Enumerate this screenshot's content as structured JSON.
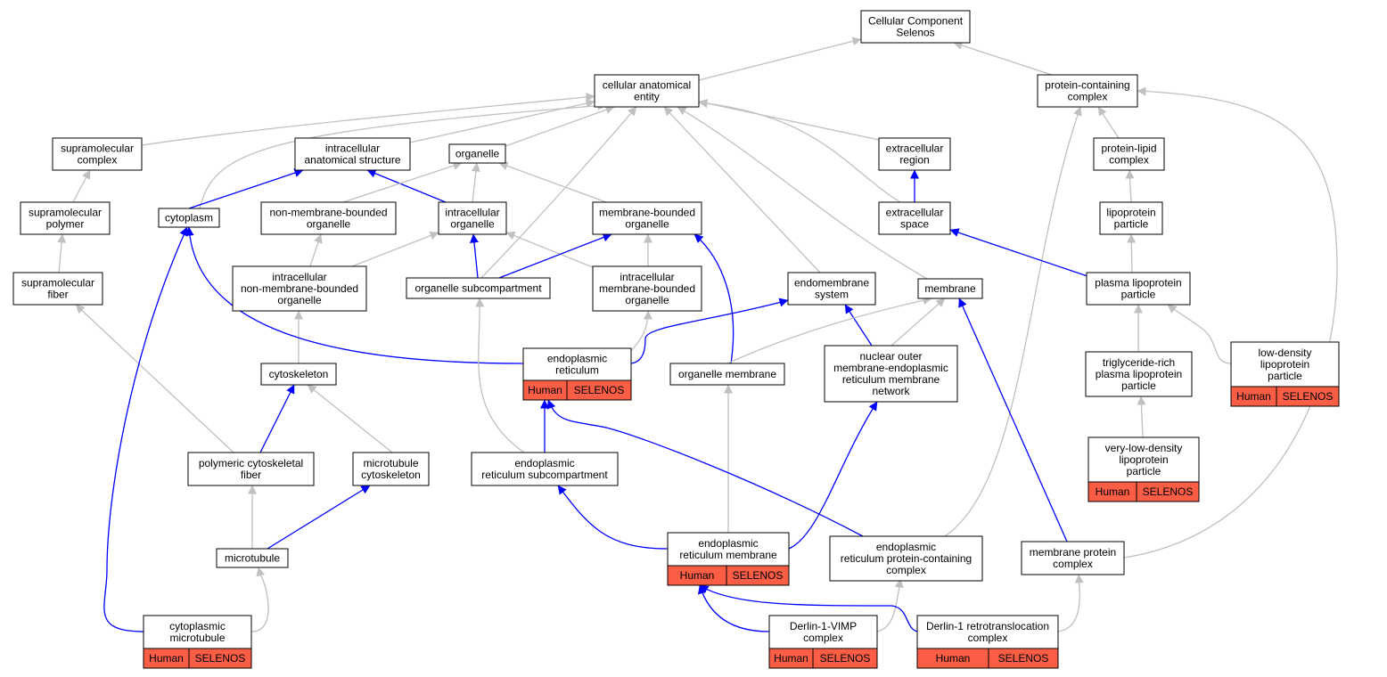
{
  "colors": {
    "background": "#ffffff",
    "node_fill": "#ffffff",
    "node_border": "#000000",
    "annotation_fill": "#fb5e44",
    "edge_is_a": "#c0c0c0",
    "edge_part_of": "#0000ff"
  },
  "nodes": [
    {
      "id": "root",
      "lines": [
        "Cellular Component",
        "Selenos"
      ]
    },
    {
      "id": "cae",
      "lines": [
        "cellular anatomical",
        "entity"
      ]
    },
    {
      "id": "pcc",
      "lines": [
        "protein-containing",
        "complex"
      ]
    },
    {
      "id": "supcomplex",
      "lines": [
        "supramolecular",
        "complex"
      ]
    },
    {
      "id": "ias",
      "lines": [
        "intracellular",
        "anatomical structure"
      ]
    },
    {
      "id": "organelle",
      "lines": [
        "organelle"
      ]
    },
    {
      "id": "extreg",
      "lines": [
        "extracellular",
        "region"
      ]
    },
    {
      "id": "plc",
      "lines": [
        "protein-lipid",
        "complex"
      ]
    },
    {
      "id": "suppoly",
      "lines": [
        "supramolecular",
        "polymer"
      ]
    },
    {
      "id": "cytoplasm",
      "lines": [
        "cytoplasm"
      ]
    },
    {
      "id": "nmbo",
      "lines": [
        "non-membrane-bounded",
        "organelle"
      ]
    },
    {
      "id": "io",
      "lines": [
        "intracellular",
        "organelle"
      ]
    },
    {
      "id": "mbo",
      "lines": [
        "membrane-bounded",
        "organelle"
      ]
    },
    {
      "id": "extspace",
      "lines": [
        "extracellular",
        "space"
      ]
    },
    {
      "id": "lipoprot",
      "lines": [
        "lipoprotein",
        "particle"
      ]
    },
    {
      "id": "supfiber",
      "lines": [
        "supramolecular",
        "fiber"
      ]
    },
    {
      "id": "inmbo",
      "lines": [
        "intracellular",
        "non-membrane-bounded",
        "organelle"
      ]
    },
    {
      "id": "osub",
      "lines": [
        "organelle subcompartment"
      ]
    },
    {
      "id": "imbo",
      "lines": [
        "intracellular",
        "membrane-bounded",
        "organelle"
      ]
    },
    {
      "id": "endosys",
      "lines": [
        "endomembrane",
        "system"
      ]
    },
    {
      "id": "membrane",
      "lines": [
        "membrane"
      ]
    },
    {
      "id": "plp",
      "lines": [
        "plasma lipoprotein",
        "particle"
      ]
    },
    {
      "id": "cytoskel",
      "lines": [
        "cytoskeleton"
      ]
    },
    {
      "id": "er",
      "lines": [
        "endoplasmic",
        "reticulum"
      ],
      "tag": [
        "Human",
        "SELENOS"
      ]
    },
    {
      "id": "orgmem",
      "lines": [
        "organelle membrane"
      ]
    },
    {
      "id": "nom",
      "lines": [
        "nuclear outer",
        "membrane-endoplasmic",
        "reticulum membrane",
        "network"
      ]
    },
    {
      "id": "trlp",
      "lines": [
        "triglyceride-rich",
        "plasma lipoprotein",
        "particle"
      ]
    },
    {
      "id": "ldl",
      "lines": [
        "low-density",
        "lipoprotein",
        "particle"
      ],
      "tag": [
        "Human",
        "SELENOS"
      ]
    },
    {
      "id": "pcf",
      "lines": [
        "polymeric cytoskeletal",
        "fiber"
      ]
    },
    {
      "id": "mtcyto",
      "lines": [
        "microtubule",
        "cytoskeleton"
      ]
    },
    {
      "id": "ersub",
      "lines": [
        "endoplasmic",
        "reticulum subcompartment"
      ]
    },
    {
      "id": "vldl",
      "lines": [
        "very-low-density",
        "lipoprotein",
        "particle"
      ],
      "tag": [
        "Human",
        "SELENOS"
      ]
    },
    {
      "id": "mt",
      "lines": [
        "microtubule"
      ]
    },
    {
      "id": "erm",
      "lines": [
        "endoplasmic",
        "reticulum membrane"
      ],
      "tag": [
        "Human",
        "SELENOS"
      ]
    },
    {
      "id": "erpcc",
      "lines": [
        "endoplasmic",
        "reticulum protein-containing",
        "complex"
      ]
    },
    {
      "id": "mpc",
      "lines": [
        "membrane protein",
        "complex"
      ]
    },
    {
      "id": "cmt",
      "lines": [
        "cytoplasmic",
        "microtubule"
      ],
      "tag": [
        "Human",
        "SELENOS"
      ]
    },
    {
      "id": "dvimp",
      "lines": [
        "Derlin-1-VIMP",
        "complex"
      ],
      "tag": [
        "Human",
        "SELENOS"
      ]
    },
    {
      "id": "drtc",
      "lines": [
        "Derlin-1 retrotranslocation",
        "complex"
      ],
      "tag": [
        "Human",
        "SELENOS"
      ]
    }
  ],
  "edges": [
    {
      "from": "cae",
      "to": "root",
      "type": "is_a"
    },
    {
      "from": "pcc",
      "to": "root",
      "type": "is_a"
    },
    {
      "from": "supcomplex",
      "to": "cae",
      "type": "is_a"
    },
    {
      "from": "ias",
      "to": "cae",
      "type": "is_a"
    },
    {
      "from": "organelle",
      "to": "cae",
      "type": "is_a"
    },
    {
      "from": "extreg",
      "to": "cae",
      "type": "is_a"
    },
    {
      "from": "cytoplasm",
      "to": "cae",
      "type": "is_a"
    },
    {
      "from": "extspace",
      "to": "cae",
      "type": "is_a"
    },
    {
      "from": "osub",
      "to": "cae",
      "type": "is_a"
    },
    {
      "from": "endosys",
      "to": "cae",
      "type": "is_a"
    },
    {
      "from": "membrane",
      "to": "cae",
      "type": "is_a"
    },
    {
      "from": "plc",
      "to": "pcc",
      "type": "is_a"
    },
    {
      "from": "erpcc",
      "to": "pcc",
      "type": "is_a"
    },
    {
      "from": "mpc",
      "to": "pcc",
      "type": "is_a"
    },
    {
      "from": "suppoly",
      "to": "supcomplex",
      "type": "is_a"
    },
    {
      "from": "cytoplasm",
      "to": "ias",
      "type": "part_of"
    },
    {
      "from": "io",
      "to": "ias",
      "type": "part_of"
    },
    {
      "from": "nmbo",
      "to": "organelle",
      "type": "is_a"
    },
    {
      "from": "io",
      "to": "organelle",
      "type": "is_a"
    },
    {
      "from": "mbo",
      "to": "organelle",
      "type": "is_a"
    },
    {
      "from": "extspace",
      "to": "extreg",
      "type": "part_of"
    },
    {
      "from": "lipoprot",
      "to": "plc",
      "type": "is_a"
    },
    {
      "from": "supfiber",
      "to": "suppoly",
      "type": "is_a"
    },
    {
      "from": "inmbo",
      "to": "nmbo",
      "type": "is_a"
    },
    {
      "from": "inmbo",
      "to": "io",
      "type": "is_a"
    },
    {
      "from": "osub",
      "to": "io",
      "type": "part_of"
    },
    {
      "from": "imbo",
      "to": "io",
      "type": "is_a"
    },
    {
      "from": "osub",
      "to": "mbo",
      "type": "part_of"
    },
    {
      "from": "imbo",
      "to": "mbo",
      "type": "is_a"
    },
    {
      "from": "orgmem",
      "to": "mbo",
      "type": "part_of"
    },
    {
      "from": "plp",
      "to": "extspace",
      "type": "part_of"
    },
    {
      "from": "plp",
      "to": "lipoprot",
      "type": "is_a"
    },
    {
      "from": "cytoskel",
      "to": "inmbo",
      "type": "is_a"
    },
    {
      "from": "er",
      "to": "imbo",
      "type": "is_a"
    },
    {
      "from": "er",
      "to": "cytoplasm",
      "type": "part_of"
    },
    {
      "from": "er",
      "to": "endosys",
      "type": "part_of"
    },
    {
      "from": "nom",
      "to": "endosys",
      "type": "part_of"
    },
    {
      "from": "orgmem",
      "to": "membrane",
      "type": "is_a"
    },
    {
      "from": "nom",
      "to": "membrane",
      "type": "is_a"
    },
    {
      "from": "mpc",
      "to": "membrane",
      "type": "part_of"
    },
    {
      "from": "trlp",
      "to": "plp",
      "type": "is_a"
    },
    {
      "from": "ldl",
      "to": "plp",
      "type": "is_a"
    },
    {
      "from": "pcf",
      "to": "supfiber",
      "type": "is_a"
    },
    {
      "from": "pcf",
      "to": "cytoskel",
      "type": "part_of"
    },
    {
      "from": "mtcyto",
      "to": "cytoskel",
      "type": "is_a"
    },
    {
      "from": "ersub",
      "to": "osub",
      "type": "is_a"
    },
    {
      "from": "ersub",
      "to": "er",
      "type": "part_of"
    },
    {
      "from": "vldl",
      "to": "trlp",
      "type": "is_a"
    },
    {
      "from": "mt",
      "to": "pcf",
      "type": "is_a"
    },
    {
      "from": "mt",
      "to": "mtcyto",
      "type": "part_of"
    },
    {
      "from": "erm",
      "to": "orgmem",
      "type": "is_a"
    },
    {
      "from": "erm",
      "to": "ersub",
      "type": "part_of"
    },
    {
      "from": "erm",
      "to": "nom",
      "type": "part_of"
    },
    {
      "from": "erpcc",
      "to": "er",
      "type": "part_of"
    },
    {
      "from": "cmt",
      "to": "mt",
      "type": "is_a"
    },
    {
      "from": "cmt",
      "to": "cytoplasm",
      "type": "part_of"
    },
    {
      "from": "dvimp",
      "to": "erpcc",
      "type": "is_a"
    },
    {
      "from": "dvimp",
      "to": "erm",
      "type": "part_of"
    },
    {
      "from": "drtc",
      "to": "mpc",
      "type": "is_a"
    },
    {
      "from": "drtc",
      "to": "erm",
      "type": "part_of"
    }
  ]
}
